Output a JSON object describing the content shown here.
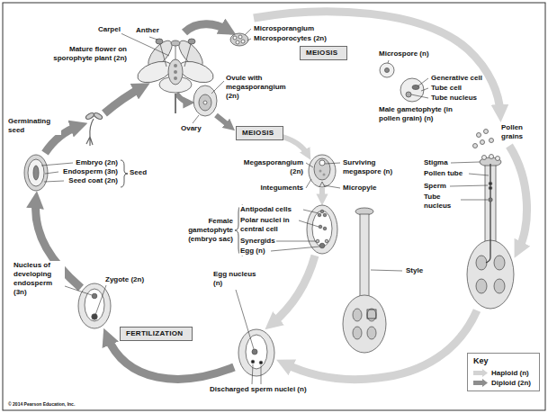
{
  "diagram": {
    "nodes": [
      {
        "text": [
          "MEIOSIS"
        ]
      },
      {
        "text": [
          "MEIOSIS"
        ]
      },
      {
        "text": [
          "FERTILIZATION"
        ]
      },
      {
        "text": [
          "Key"
        ]
      }
    ],
    "labels": [
      "Carpel",
      "Anther",
      "Mature flower on sporophyte plant (2n)",
      "Microsporangium",
      "Microsporocytes (2n)",
      "Microspore (n)",
      "Generative cell",
      "Tube cell",
      "Tube nucleus",
      "Male gametophyte (in pollen grain) (n)",
      "Pollen grains",
      "Germinating seed",
      "Ovule with megasporangium (2n)",
      "Ovary",
      "Megasporangium (2n)",
      "Surviving megaspore (n)",
      "Integuments",
      "Micropyle",
      "Embryo (2n)",
      "Endosperm (3n)",
      "Seed coat (2n)",
      "Seed",
      "Antipodal cells",
      "Polar nuclei in central cell",
      "Synergids",
      "Egg (n)",
      "Female gametophyte (embryo sac)",
      "Nucleus of developing endosperm (3n)",
      "Zygote (2n)",
      "Egg nucleus (n)",
      "Discharged sperm nuclei (n)",
      "Style",
      "Stigma",
      "Pollen tube",
      "Sperm",
      "Tube nucleus",
      "© 2014 Pearson Education, Inc."
    ],
    "legend": [
      {
        "text": "Haploid (n)",
        "color": "#d3d3d3"
      },
      {
        "text": "Diploid (2n)",
        "color": "#8e8e8e"
      }
    ]
  }
}
